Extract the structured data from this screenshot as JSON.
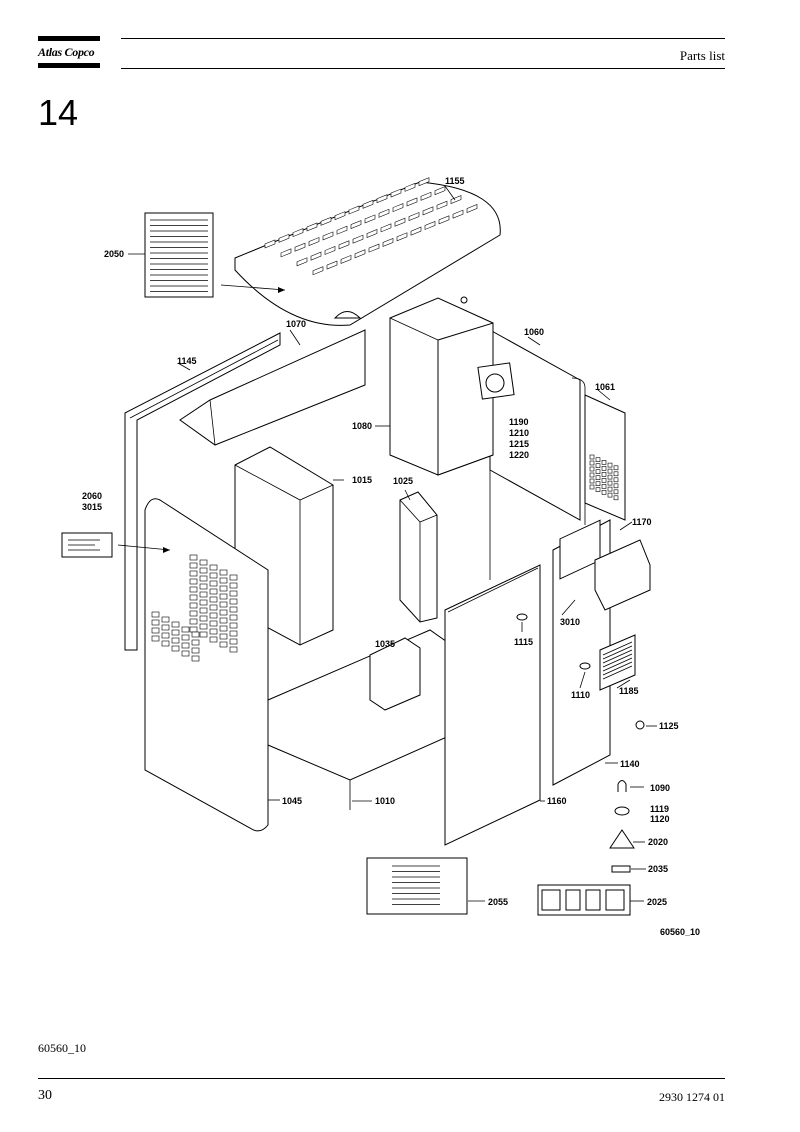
{
  "header": {
    "logo_text": "Atlas Copco",
    "section_title": "Parts list"
  },
  "chapter_number": "14",
  "callouts": [
    "1155",
    "2050",
    "1070",
    "1145",
    "1060",
    "1061",
    "1080",
    "1190",
    "1210",
    "1215",
    "1220",
    "1015",
    "1025",
    "2060",
    "3015",
    "1170",
    "1035",
    "1115",
    "3010",
    "1110",
    "1185",
    "1125",
    "1140",
    "1090",
    "1119",
    "1120",
    "2020",
    "2035",
    "1045",
    "1010",
    "1160",
    "2055",
    "2025"
  ],
  "drawing_id": "60560_10",
  "footer": {
    "figure_ref": "60560_10",
    "page_number": "30",
    "document_number": "2930 1274 01"
  }
}
